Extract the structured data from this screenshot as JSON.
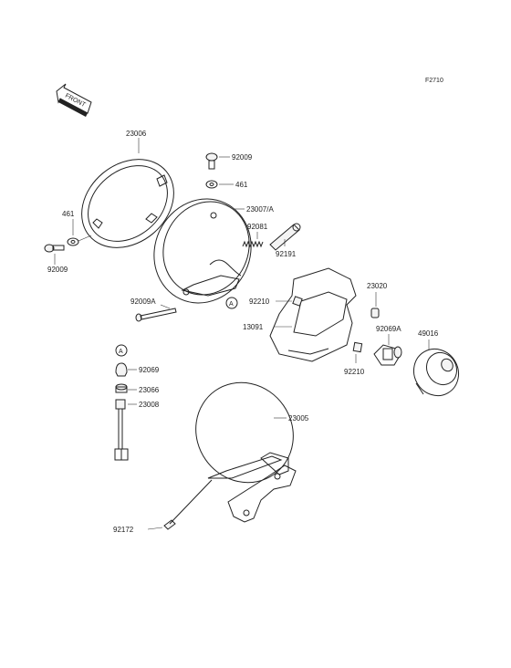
{
  "figure_code": "F2710",
  "front_label": "FRONT",
  "callout_a": "A",
  "parts": {
    "p23006": "23006",
    "p461_left": "461",
    "p92009_left": "92009",
    "p92009_top": "92009",
    "p461_top": "461",
    "p23007a": "23007/A",
    "p92081": "92081",
    "p92191": "92191",
    "p92009a": "92009A",
    "p92210_top": "92210",
    "p23020": "23020",
    "p13091": "13091",
    "p92069a": "92069A",
    "p49016": "49016",
    "p92210_bottom": "92210",
    "p92069": "92069",
    "p23066": "23066",
    "p23008": "23008",
    "p23005": "23005",
    "p92172": "92172"
  }
}
